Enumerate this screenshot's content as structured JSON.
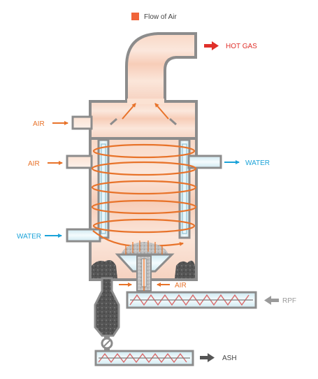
{
  "legend": {
    "label": "Flow of Air",
    "swatch_color": "#f0643a"
  },
  "labels": {
    "hot_gas": "HOT GAS",
    "air_upper": "AIR",
    "air_middle": "AIR",
    "air_fuel": "AIR",
    "water_out": "WATER",
    "water_in": "WATER",
    "rpf": "RPF",
    "ash": "ASH"
  },
  "colors": {
    "air_flow": "#e8732a",
    "water": "#1ba3d9",
    "hot_gas": "#e0302a",
    "wall": "#8c8c8c",
    "inlet_arrow": "#9a9a9a",
    "ash_arrow": "#555555"
  }
}
